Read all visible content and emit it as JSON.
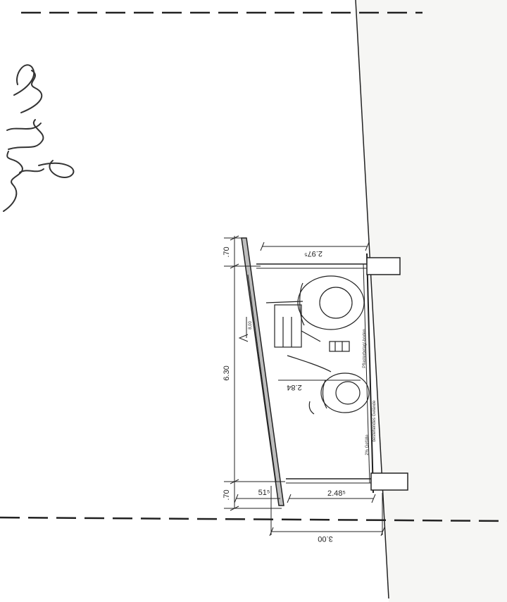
{
  "drawing": {
    "dimensions": {
      "top_width": "2.97⁵",
      "inner_width": "2.84",
      "bottom_width": "2.48⁵",
      "left_offset": "51⁵",
      "overall_width": "3.00",
      "total_length": "6.30",
      "top_overhang": ".70",
      "bottom_overhang": ".70"
    },
    "notes": {
      "floor_note": "Pflasterbelag/-boden",
      "slope_note": "2% Gefälle",
      "existing_terrain": "bestehendes Gelände",
      "roof_pitch": "8,00"
    },
    "colors": {
      "line": "#2a2a2a",
      "wall_fill": "#bdbdbd",
      "paper": "#ffffff",
      "neighbor_paper": "#f7f7f5"
    }
  }
}
